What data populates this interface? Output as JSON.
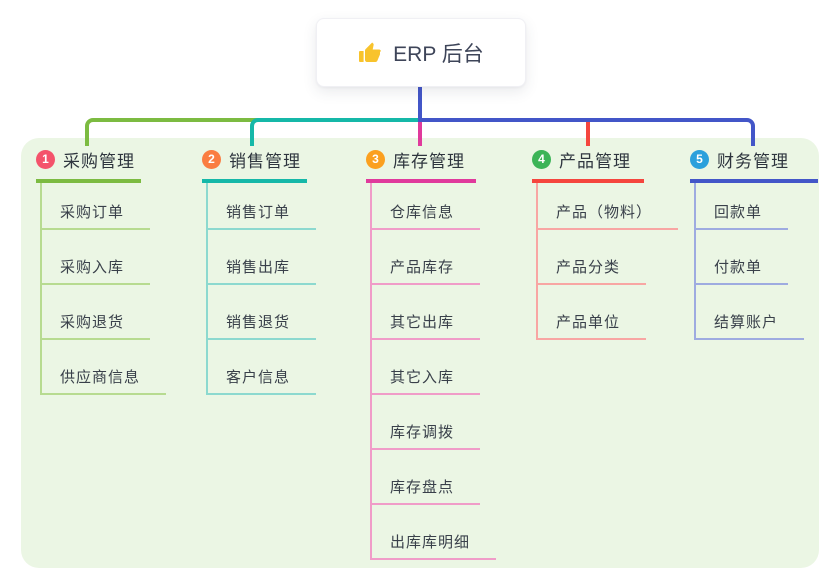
{
  "root": {
    "title": "ERP 后台",
    "icon": "thumbs-up-icon"
  },
  "branches": [
    {
      "number": "1",
      "label": "采购管理",
      "badge_color": "#f4536b",
      "line_color": "#7cbb41",
      "child_line_color": "#b7db90",
      "children": [
        "采购订单",
        "采购入库",
        "采购退货",
        "供应商信息"
      ]
    },
    {
      "number": "2",
      "label": "销售管理",
      "badge_color": "#fa7d41",
      "line_color": "#15b8a8",
      "child_line_color": "#8cd9cf",
      "children": [
        "销售订单",
        "销售出库",
        "销售退货",
        "客户信息"
      ]
    },
    {
      "number": "3",
      "label": "库存管理",
      "badge_color": "#fba01f",
      "line_color": "#e03a9c",
      "child_line_color": "#f09cc8",
      "children": [
        "仓库信息",
        "产品库存",
        "其它出库",
        "其它入库",
        "库存调拨",
        "库存盘点",
        "出库库明细"
      ]
    },
    {
      "number": "4",
      "label": "产品管理",
      "badge_color": "#3cb457",
      "line_color": "#f5463e",
      "child_line_color": "#f8a6a3",
      "children": [
        "产品（物料）",
        "产品分类",
        "产品单位"
      ]
    },
    {
      "number": "5",
      "label": "财务管理",
      "badge_color": "#2aa0dc",
      "line_color": "#4356c8",
      "child_line_color": "#9eabe0",
      "children": [
        "回款单",
        "付款单",
        "结算账户"
      ]
    }
  ],
  "colors": {
    "panel_bg": "#ebf6e4",
    "root_stem": "#4356c8",
    "root_text": "#3e4559",
    "thumb_yellow": "#f8c32c"
  }
}
